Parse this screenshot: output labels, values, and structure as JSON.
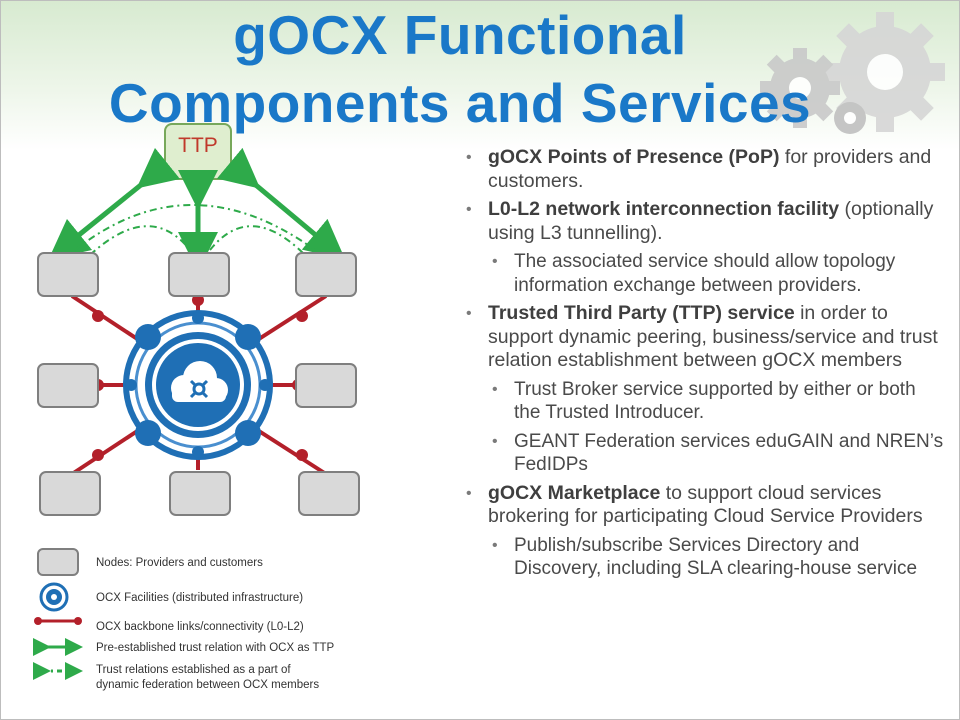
{
  "title": {
    "line1": "gOCX Functional",
    "line2": "Components and Services"
  },
  "diagram": {
    "ttp_label": "TTP"
  },
  "bullets": [
    {
      "level": 1,
      "bold": "gOCX Points of Presence (PoP)",
      "text": " for providers and customers."
    },
    {
      "level": 1,
      "bold": "L0-L2 network interconnection facility",
      "text": " (optionally using L3 tunnelling)."
    },
    {
      "level": 2,
      "bold": "",
      "text": "The associated service should allow topology information exchange between providers."
    },
    {
      "level": 1,
      "bold": "Trusted Third Party (TTP) service",
      "text": " in order to support dynamic peering, business/service and trust relation establishment between gOCX members"
    },
    {
      "level": 2,
      "bold": "",
      "text": "Trust Broker service supported by either or both the Trusted Introducer."
    },
    {
      "level": 2,
      "bold": "",
      "text": "GEANT Federation services eduGAIN and NREN’s FedIDPs"
    },
    {
      "level": 1,
      "bold": "gOCX Marketplace",
      "text": " to support cloud services brokering for participating Cloud Service Providers"
    },
    {
      "level": 2,
      "bold": "",
      "text": "Publish/subscribe Services Directory and Discovery, including SLA clearing-house service"
    }
  ],
  "legend": {
    "nodes": "Nodes: Providers and customers",
    "facilities": "OCX Facilities (distributed infrastructure)",
    "backbone": "OCX backbone links/connectivity (L0-L2)",
    "pre_trust": "Pre-established trust relation with OCX as TTP",
    "dyn_trust_line1": "Trust relations established as a part of",
    "dyn_trust_line2": "dynamic federation between OCX members"
  },
  "colors": {
    "title": "#1a78c8",
    "backbone_red": "#b3202a",
    "trust_green": "#2eaa4a",
    "hub_blue": "#1f6fb5",
    "node_gray": "#d9d9d9",
    "ttp_fill": "#dfeecf"
  }
}
